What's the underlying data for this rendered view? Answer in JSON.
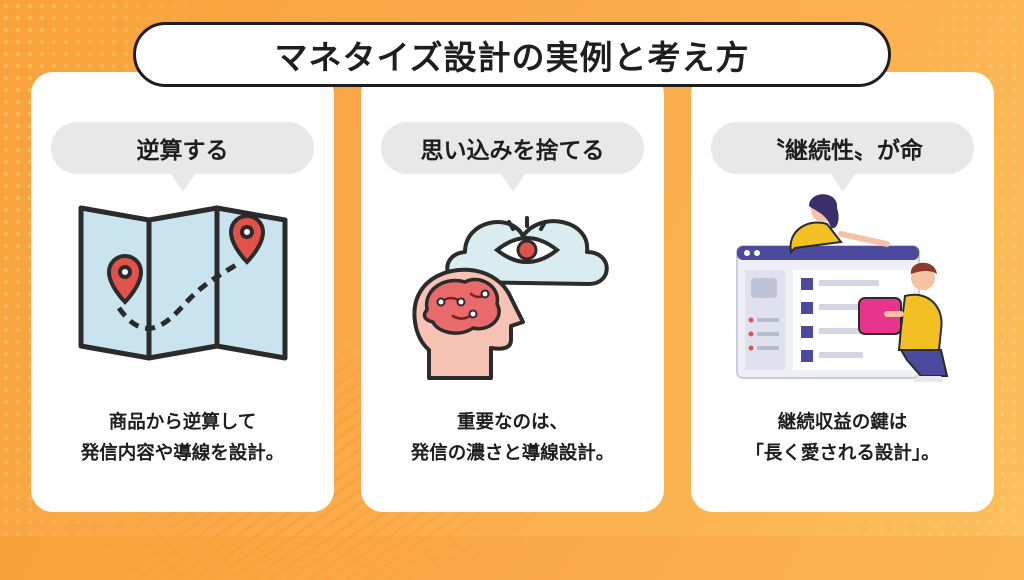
{
  "title": "マネタイズ設計の実例と考え方",
  "cards": [
    {
      "heading": "逆算する",
      "icon": "map-route-icon",
      "lines": [
        "商品から逆算して",
        "発信内容や導線を設計。"
      ]
    },
    {
      "heading": "思い込みを捨てる",
      "icon": "brain-eye-cloud-icon",
      "lines": [
        "重要なのは、",
        "発信の濃さと導線設計。"
      ]
    },
    {
      "heading": "〝継続性〟が命",
      "icon": "people-dashboard-icon",
      "lines": [
        "継続収益の鍵は",
        "「長く愛される設計」。"
      ]
    }
  ],
  "colors": {
    "background": "#f9a848",
    "outline": "#1e1e1e",
    "bubble": "#e8e8e8",
    "pin": "#e0524a",
    "map": "#c9e4ef",
    "brain": "#f4a1a1",
    "accent_yellow": "#f3c024",
    "accent_purple": "#4b4a9c"
  }
}
